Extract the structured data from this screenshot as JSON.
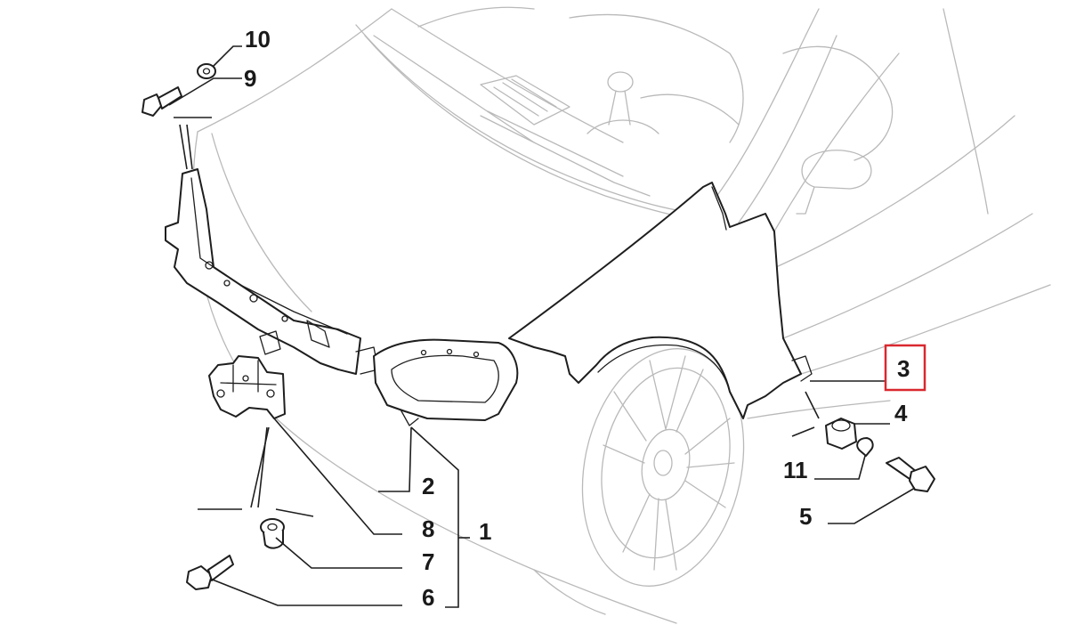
{
  "callouts": [
    {
      "id": "10",
      "label": "10"
    },
    {
      "id": "9",
      "label": "9"
    },
    {
      "id": "3",
      "label": "3",
      "highlighted": true
    },
    {
      "id": "4",
      "label": "4"
    },
    {
      "id": "11",
      "label": "11"
    },
    {
      "id": "5",
      "label": "5"
    },
    {
      "id": "2",
      "label": "2"
    },
    {
      "id": "8",
      "label": "8"
    },
    {
      "id": "1",
      "label": "1"
    },
    {
      "id": "7",
      "label": "7"
    },
    {
      "id": "6",
      "label": "6"
    }
  ],
  "colors": {
    "highlight": "#d9282f",
    "line": "#1e1e1e",
    "ghost": "#b9b9b9"
  }
}
